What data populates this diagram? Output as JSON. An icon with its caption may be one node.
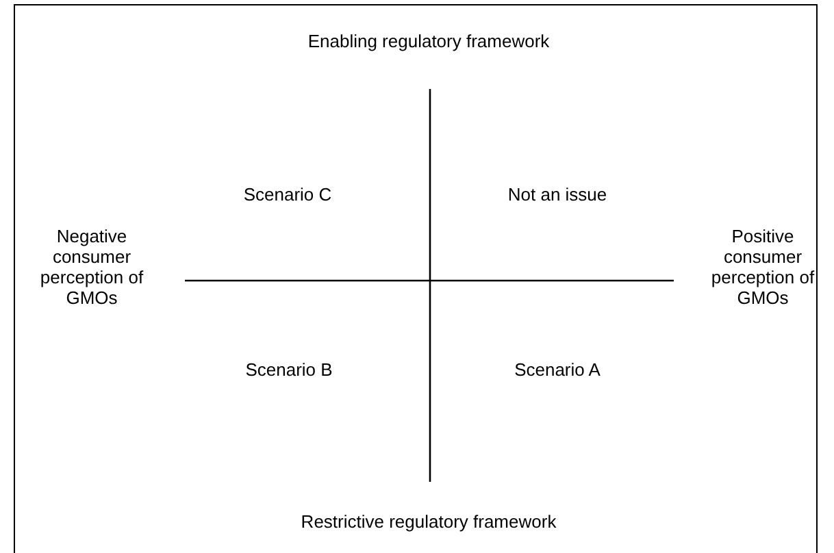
{
  "diagram": {
    "labels": [
      "Enabling regulatory framework",
      "Scenario C",
      "Not an issue",
      "Negative consumer perception of GMOs",
      "Positive consumer perception of GMOs",
      "Scenario B",
      "Scenario A",
      "Restrictive regulatory framework"
    ]
  }
}
